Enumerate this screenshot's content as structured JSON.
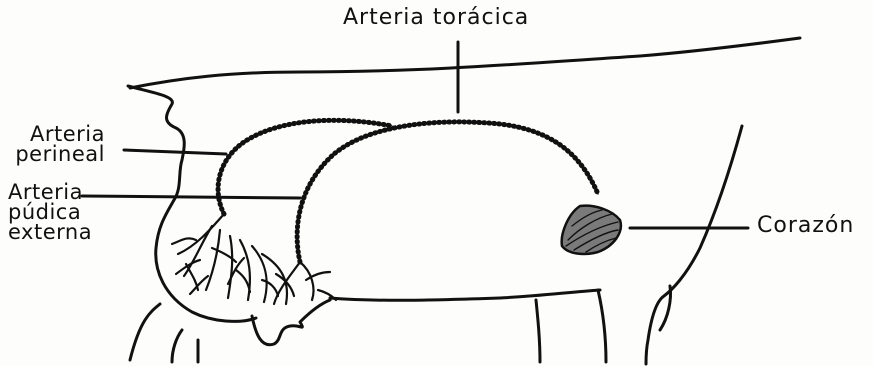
{
  "labels": {
    "arteria_toracica": "Arteria torácica",
    "arteria_perineal": [
      "Arteria",
      "perineal"
    ],
    "arteria_pudica_externa": [
      "Arteria",
      "púdica",
      "externa"
    ],
    "corazon": "Corazón"
  },
  "colors": {
    "ink": "#111111",
    "paper": "#fdfdfb"
  }
}
